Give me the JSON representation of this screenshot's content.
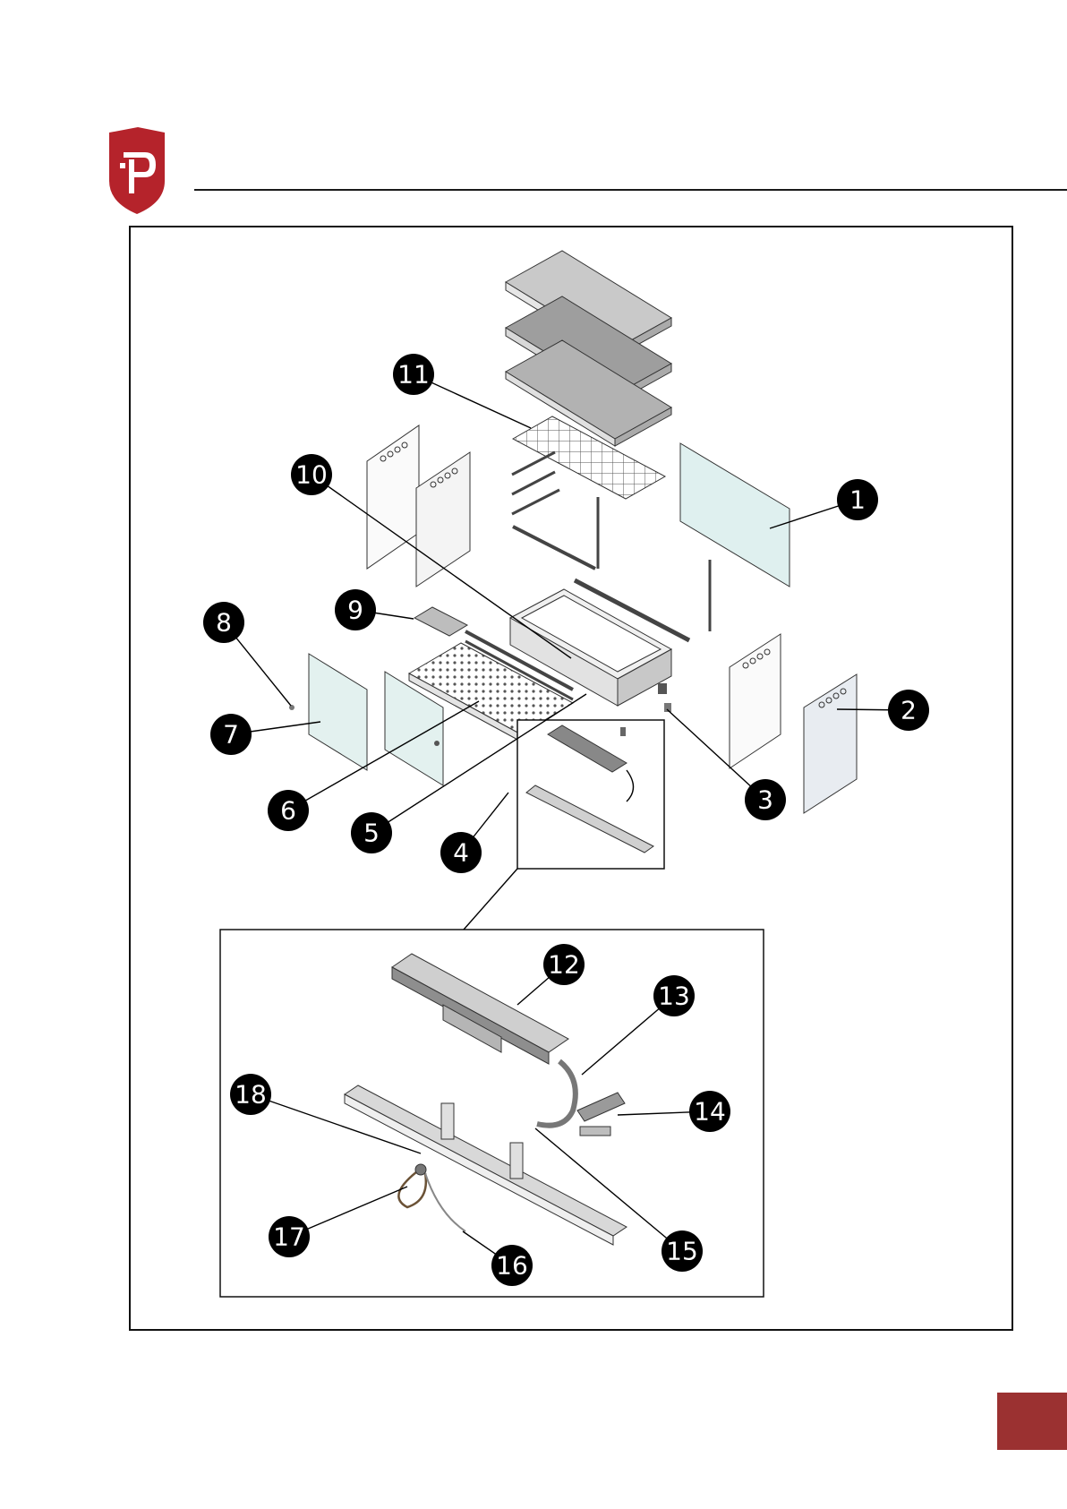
{
  "brand": {
    "color": "#b5232b",
    "logo_icon": "shield-p-logo"
  },
  "callouts": [
    {
      "id": "c1",
      "label": "1"
    },
    {
      "id": "c2",
      "label": "2"
    },
    {
      "id": "c3",
      "label": "3"
    },
    {
      "id": "c4",
      "label": "4"
    },
    {
      "id": "c5",
      "label": "5"
    },
    {
      "id": "c6",
      "label": "6"
    },
    {
      "id": "c7",
      "label": "7"
    },
    {
      "id": "c8",
      "label": "8"
    },
    {
      "id": "c9",
      "label": "9"
    },
    {
      "id": "c10",
      "label": "10"
    },
    {
      "id": "c11",
      "label": "11"
    },
    {
      "id": "c12",
      "label": "12"
    },
    {
      "id": "c13",
      "label": "13"
    },
    {
      "id": "c14",
      "label": "14"
    },
    {
      "id": "c15",
      "label": "15"
    },
    {
      "id": "c16",
      "label": "16"
    },
    {
      "id": "c17",
      "label": "17"
    },
    {
      "id": "c18",
      "label": "18"
    }
  ],
  "page_tab_color": "#9b3131"
}
